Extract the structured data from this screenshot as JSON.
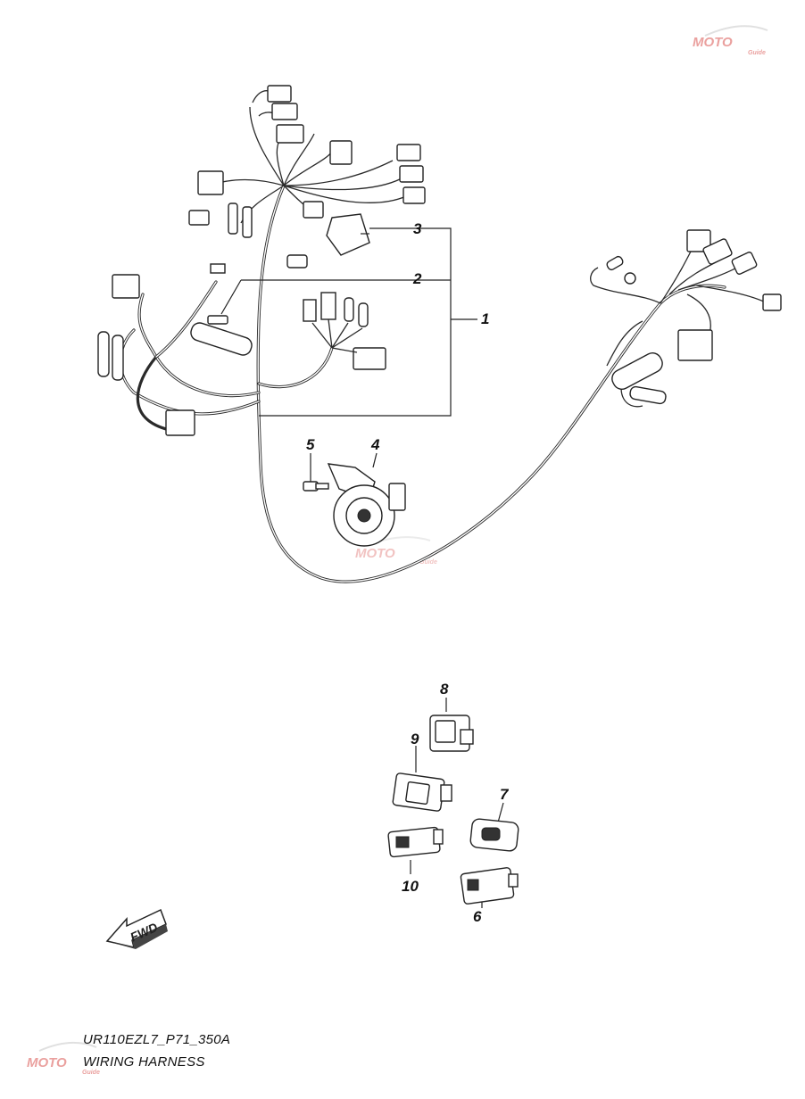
{
  "watermark": {
    "brand": "MOTO",
    "sub": "Guide"
  },
  "callouts": {
    "c1": "1",
    "c2": "2",
    "c3": "3",
    "c4": "4",
    "c5": "5",
    "c6": "6",
    "c7": "7",
    "c8": "8",
    "c9": "9",
    "c10": "10"
  },
  "fwd_arrow": {
    "label": "FWD"
  },
  "caption": {
    "code": "UR110EZL7_P71_350A",
    "title": "WIRING HARNESS"
  },
  "colors": {
    "line": "#222222",
    "watermark": "#d9534f"
  }
}
